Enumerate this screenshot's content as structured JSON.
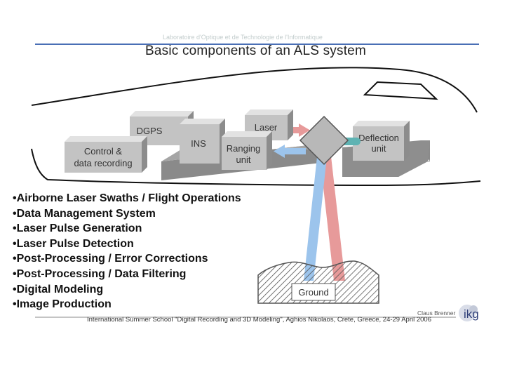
{
  "header": {
    "faded_text": "Laboratoire d'Optique et de Technologie de l'Informatique",
    "title": "Basic components of an ALS system"
  },
  "diagram": {
    "boxes": {
      "control": [
        "Control &",
        "data recording"
      ],
      "dgps": "DGPS",
      "ins": "INS",
      "laser": "Laser",
      "ranging": [
        "Ranging",
        "unit"
      ],
      "deflection": [
        "Deflection",
        "unit"
      ],
      "ground": "Ground"
    }
  },
  "bullets": [
    "Airborne Laser Swaths / Flight Operations",
    "Data Management System",
    "Laser Pulse Generation",
    "Laser Pulse Detection",
    "Post-Processing / Error Corrections",
    "Post-Processing / Data Filtering",
    "Digital Modeling",
    "Image Production"
  ],
  "footer": {
    "event": "International Summer School \"Digital Recording and 3D Modeling\", Aghios Nikolaos, Crete, Greece, 24-29 April 2006",
    "author": "Claus Brenner",
    "logo_text": "ikg"
  },
  "colors": {
    "header_rule": "#4a6fb5",
    "box_face": "#c3c3c3",
    "box_top": "#e2e2e2",
    "box_side": "#8c8c8c",
    "platform": "#8a8a8a",
    "beam_out": "#e79a9a",
    "beam_return": "#9cc4ec",
    "deflection_rod": "#5fb3b3"
  }
}
